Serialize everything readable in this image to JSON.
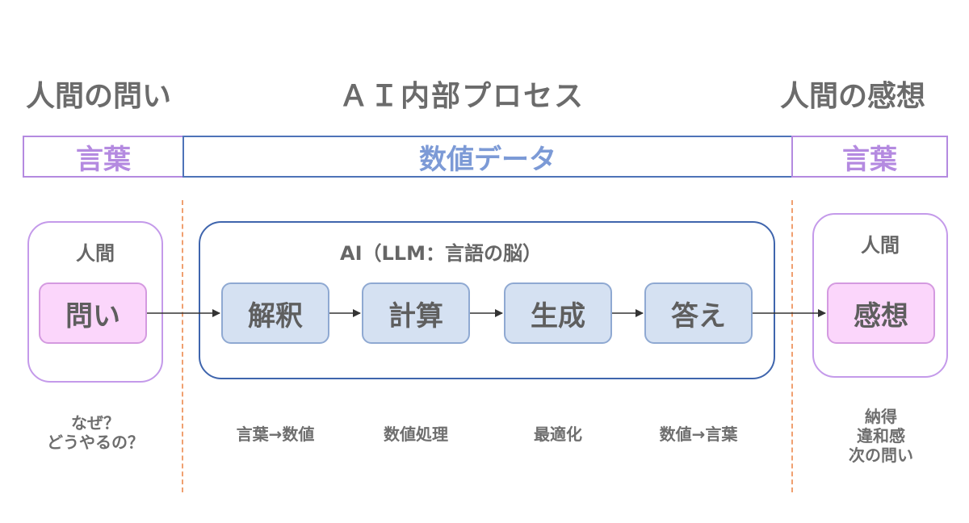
{
  "titles": {
    "left": "人間の問い",
    "center": "ＡＩ内部プロセス",
    "right": "人間の感想"
  },
  "bands": {
    "left": "言葉",
    "center": "数値データ",
    "right": "言葉"
  },
  "human_left": {
    "label": "人間",
    "box": "問い",
    "note_lines": [
      "なぜ？",
      "どうやるの？"
    ]
  },
  "ai": {
    "label": "AI（LLM：言語の脳）",
    "steps": [
      {
        "label": "解釈",
        "note": "言葉→数値"
      },
      {
        "label": "計算",
        "note": "数値処理"
      },
      {
        "label": "生成",
        "note": "最適化"
      },
      {
        "label": "答え",
        "note": "数値→言葉"
      }
    ]
  },
  "human_right": {
    "label": "人間",
    "box": "感想",
    "note_lines": [
      "納得",
      "違和感",
      "次の問い"
    ]
  },
  "colors": {
    "purple_border": "#b48ae0",
    "blue_border": "#4e73b8",
    "pink_fill": "#fbd6fb",
    "blue_fill": "#d5e1f2",
    "dash": "#f0a070"
  }
}
